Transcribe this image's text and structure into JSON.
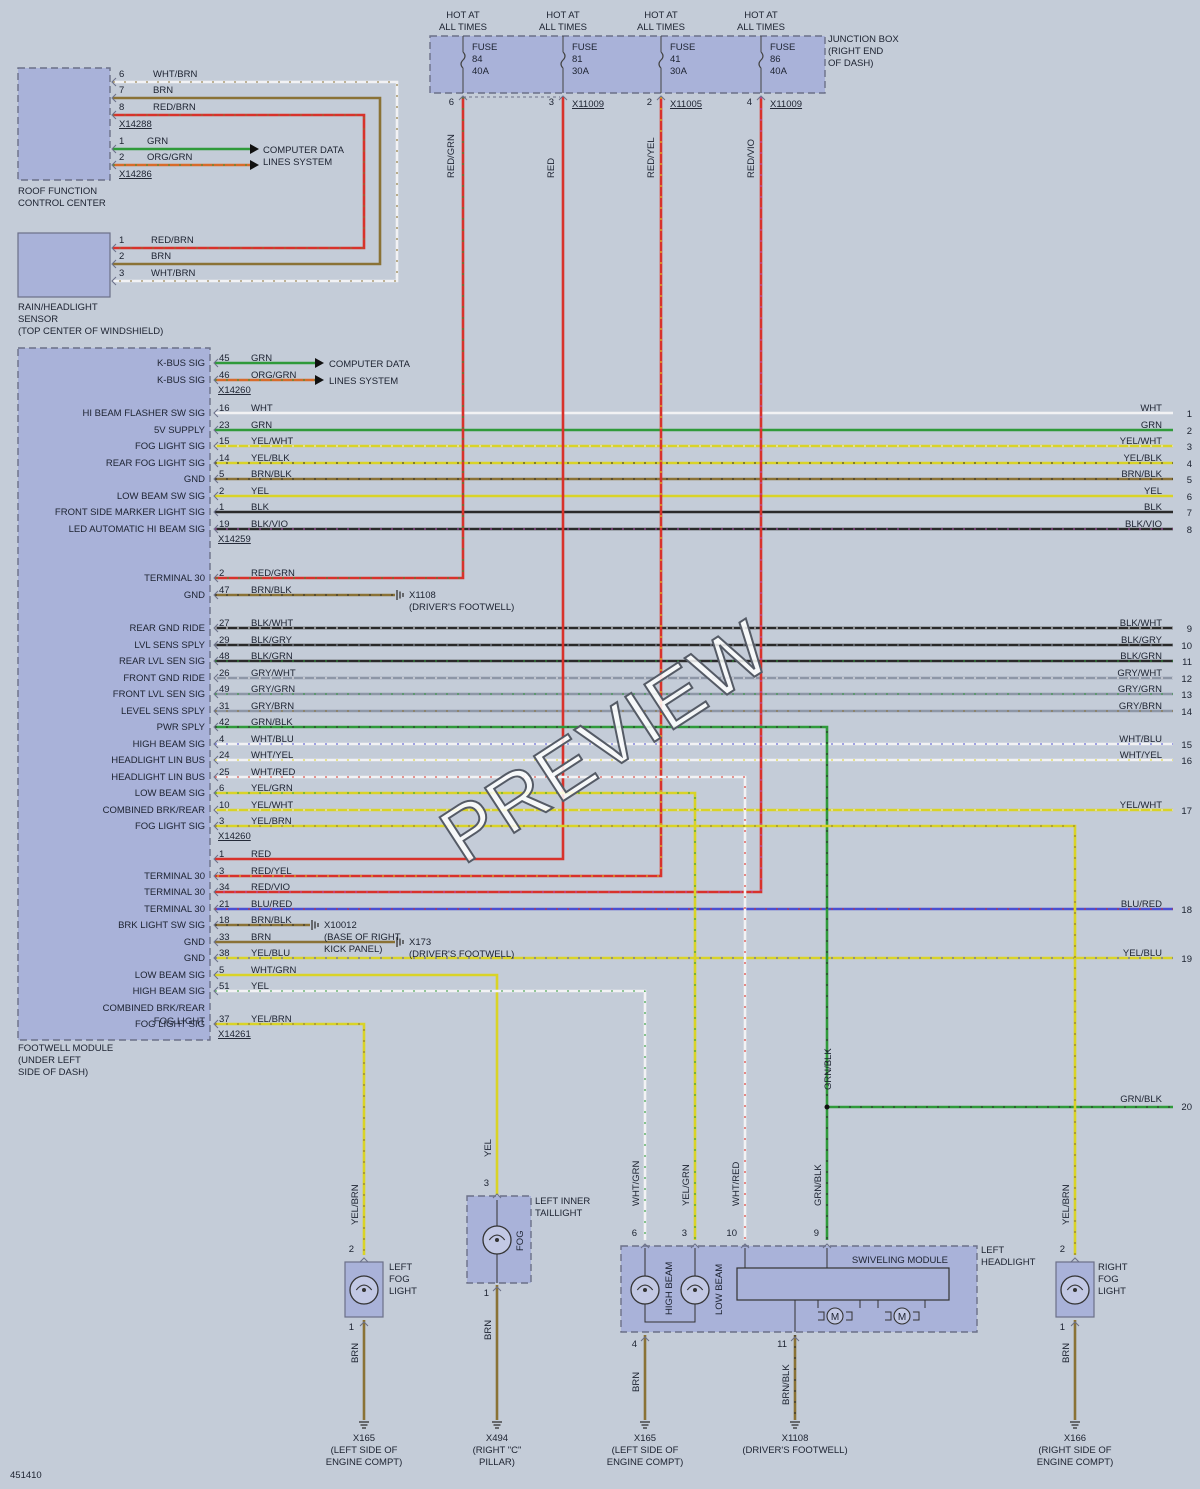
{
  "fuses": [
    {
      "hot": [
        "HOT AT",
        "ALL TIMES"
      ],
      "name": "FUSE",
      "num": "84",
      "amps": "40A",
      "pin": "6",
      "conn": ""
    },
    {
      "hot": [
        "HOT AT",
        "ALL TIMES"
      ],
      "name": "FUSE",
      "num": "81",
      "amps": "30A",
      "pin": "3",
      "conn": "X11009"
    },
    {
      "hot": [
        "HOT AT",
        "ALL TIMES"
      ],
      "name": "FUSE",
      "num": "41",
      "amps": "30A",
      "pin": "2",
      "conn": "X11005"
    },
    {
      "hot": [
        "HOT AT",
        "ALL TIMES"
      ],
      "name": "FUSE",
      "num": "86",
      "amps": "40A",
      "pin": "4",
      "conn": "X11009"
    }
  ],
  "junction_box": [
    "JUNCTION BOX",
    "(RIGHT END",
    "OF DASH)"
  ],
  "fuse_wire_labels": [
    "RED/GRN",
    "RED",
    "RED/YEL",
    "RED/VIO"
  ],
  "roof": {
    "title": [
      "ROOF FUNCTION",
      "CONTROL CENTER"
    ],
    "pins": [
      {
        "pin": "6",
        "wire": "WHT/BRN"
      },
      {
        "pin": "7",
        "wire": "BRN"
      },
      {
        "pin": "8",
        "wire": "RED/BRN"
      },
      {
        "pin": "1",
        "wire": "GRN"
      },
      {
        "pin": "2",
        "wire": "ORG/GRN"
      }
    ],
    "conn1": "X14288",
    "conn2": "X14286",
    "data_lines": [
      "COMPUTER DATA",
      "LINES SYSTEM"
    ]
  },
  "rain": {
    "title": [
      "RAIN/HEADLIGHT",
      "SENSOR",
      "(TOP CENTER OF WINDSHIELD)"
    ],
    "pins": [
      {
        "pin": "1",
        "wire": "RED/BRN"
      },
      {
        "pin": "2",
        "wire": "BRN"
      },
      {
        "pin": "3",
        "wire": "WHT/BRN"
      }
    ]
  },
  "footwell": {
    "title": [
      "FOOTWELL MODULE",
      "(UNDER LEFT",
      "SIDE OF DASH)"
    ],
    "data_lines": [
      "COMPUTER DATA",
      "LINES SYSTEM"
    ],
    "pins": [
      {
        "sig": "K-BUS SIG",
        "pin": "45",
        "wire": "GRN"
      },
      {
        "sig": "K-BUS SIG",
        "pin": "46",
        "wire": "ORG/GRN"
      },
      {
        "conn": "X14260"
      },
      {
        "sig": "HI BEAM FLASHER SW SIG",
        "pin": "16",
        "wire": "WHT",
        "right": "WHT",
        "num": "1"
      },
      {
        "sig": "5V SUPPLY",
        "pin": "23",
        "wire": "GRN",
        "right": "GRN",
        "num": "2"
      },
      {
        "sig": "FOG LIGHT SIG",
        "pin": "15",
        "wire": "YEL/WHT",
        "right": "YEL/WHT",
        "num": "3"
      },
      {
        "sig": "REAR FOG LIGHT SIG",
        "pin": "14",
        "wire": "YEL/BLK",
        "right": "YEL/BLK",
        "num": "4"
      },
      {
        "sig": "GND",
        "pin": "5",
        "wire": "BRN/BLK",
        "right": "BRN/BLK",
        "num": "5"
      },
      {
        "sig": "LOW BEAM SW SIG",
        "pin": "2",
        "wire": "YEL",
        "right": "YEL",
        "num": "6"
      },
      {
        "sig": "FRONT SIDE MARKER LIGHT SIG",
        "pin": "1",
        "wire": "BLK",
        "right": "BLK",
        "num": "7"
      },
      {
        "sig": "LED AUTOMATIC HI BEAM SIG",
        "pin": "19",
        "wire": "BLK/VIO",
        "right": "BLK/VIO",
        "num": "8"
      },
      {
        "conn": "X14259"
      },
      {
        "sig": "TERMINAL 30",
        "pin": "2",
        "wire": "RED/GRN"
      },
      {
        "sig": "GND",
        "pin": "47",
        "wire": "BRN/BLK",
        "ground": "X1108",
        "ground_loc": "(DRIVER'S FOOTWELL)"
      },
      {
        "sig": "REAR GND RIDE",
        "pin": "27",
        "wire": "BLK/WHT",
        "right": "BLK/WHT",
        "num": "9"
      },
      {
        "sig": "LVL SENS SPLY",
        "pin": "29",
        "wire": "BLK/GRY",
        "right": "BLK/GRY",
        "num": "10"
      },
      {
        "sig": "REAR LVL SEN SIG",
        "pin": "48",
        "wire": "BLK/GRN",
        "right": "BLK/GRN",
        "num": "11"
      },
      {
        "sig": "FRONT GND RIDE",
        "pin": "26",
        "wire": "GRY/WHT",
        "right": "GRY/WHT",
        "num": "12"
      },
      {
        "sig": "FRONT LVL SEN SIG",
        "pin": "49",
        "wire": "GRY/GRN",
        "right": "GRY/GRN",
        "num": "13"
      },
      {
        "sig": "LEVEL SENS SPLY",
        "pin": "31",
        "wire": "GRY/BRN",
        "right": "GRY/BRN",
        "num": "14"
      },
      {
        "sig": "PWR SPLY",
        "pin": "42",
        "wire": "GRN/BLK"
      },
      {
        "sig": "HIGH BEAM SIG",
        "pin": "4",
        "wire": "WHT/BLU",
        "right": "WHT/BLU",
        "num": "15"
      },
      {
        "sig": "HEADLIGHT LIN BUS",
        "pin": "24",
        "wire": "WHT/YEL",
        "right": "WHT/YEL",
        "num": "16"
      },
      {
        "sig": "HEADLIGHT LIN BUS",
        "pin": "25",
        "wire": "WHT/RED"
      },
      {
        "sig": "LOW BEAM SIG",
        "pin": "6",
        "wire": "YEL/GRN"
      },
      {
        "sig": "COMBINED BRK/REAR",
        "pin": "10",
        "wire": "YEL/WHT",
        "right": "YEL/WHT",
        "num": "17"
      },
      {
        "sig": "FOG LIGHT SIG",
        "pin": "3",
        "wire": "YEL/BRN"
      },
      {
        "conn": "X14260"
      },
      {
        "sig": "",
        "pin": "1",
        "wire": "RED"
      },
      {
        "sig": "TERMINAL 30",
        "pin": "3",
        "wire": "RED/YEL"
      },
      {
        "sig": "TERMINAL 30",
        "pin": "34",
        "wire": "RED/VIO"
      },
      {
        "sig": "TERMINAL 30",
        "pin": "21",
        "wire": "BLU/RED",
        "right": "BLU/RED",
        "num": "18"
      },
      {
        "sig": "BRK LIGHT SW SIG",
        "pin": "18",
        "wire": "BRN/BLK",
        "ground": "X10012",
        "ground_loc": "(BASE OF RIGHT",
        "ground_loc2": "KICK PANEL)"
      },
      {
        "sig": "GND",
        "pin": "33",
        "wire": "BRN",
        "ground": "X173",
        "ground_loc": "(DRIVER'S FOOTWELL)"
      },
      {
        "sig": "GND",
        "pin": "38",
        "wire": "YEL/BLU",
        "right": "YEL/BLU",
        "num": "19"
      },
      {
        "sig": "LOW BEAM SIG",
        "pin": "5",
        "wire": "WHT/GRN"
      },
      {
        "sig": "HIGH BEAM SIG",
        "pin": "51",
        "wire": "YEL"
      },
      {
        "sig": "COMBINED BRK/REAR",
        "sig2": "FOG LIGHT",
        "pin": "",
        "wire": ""
      },
      {
        "sig": "FOG LIGHT SIG",
        "pin": "37",
        "wire": "YEL/BRN"
      },
      {
        "conn": "X14261"
      }
    ]
  },
  "grnblk_branch": {
    "vertical": "GRN/BLK",
    "right": "GRN/BLK",
    "num": "20"
  },
  "left_fog": {
    "title": [
      "LEFT",
      "FOG",
      "LIGHT"
    ],
    "top_wire": "YEL/BRN",
    "top_pin": "2",
    "bot_pin": "1",
    "bot_wire": "BRN",
    "ground": "X165",
    "ground_loc": [
      "(LEFT SIDE OF",
      "ENGINE COMPT)"
    ]
  },
  "taillight": {
    "title": [
      "LEFT INNER",
      "TAILLIGHT"
    ],
    "top_wire": "YEL",
    "top_pin": "3",
    "bot_pin": "1",
    "bot_wire": "BRN",
    "bulb": "FOG",
    "ground": "X494",
    "ground_loc": [
      "(RIGHT \"C\"",
      "PILLAR)"
    ]
  },
  "headlight": {
    "title": [
      "LEFT",
      "HEADLIGHT"
    ],
    "swivel": "SWIVELING MODULE",
    "high": "HIGH BEAM",
    "low": "LOW BEAM",
    "motor": "M",
    "top": [
      {
        "wire": "WHT/GRN",
        "pin": "6"
      },
      {
        "wire": "YEL/GRN",
        "pin": "3"
      },
      {
        "wire": "WHT/RED",
        "pin": "10"
      },
      {
        "wire": "GRN/BLK",
        "pin": "9"
      }
    ],
    "bottom": [
      {
        "pin": "4",
        "wire": "BRN",
        "ground": "X165",
        "ground_loc": [
          "(LEFT SIDE OF",
          "ENGINE COMPT)"
        ]
      },
      {
        "pin": "11",
        "wire": "BRN/BLK",
        "ground": "X1108",
        "ground_loc": [
          "(DRIVER'S FOOTWELL)"
        ]
      }
    ]
  },
  "right_fog": {
    "title": [
      "RIGHT",
      "FOG",
      "LIGHT"
    ],
    "top_wire": "YEL/BRN",
    "top_pin": "2",
    "bot_pin": "1",
    "bot_wire": "BRN",
    "ground": "X166",
    "ground_loc": [
      "(RIGHT SIDE OF",
      "ENGINE COMPT)"
    ]
  },
  "diagram_id": "451410",
  "watermark": "PREVIEW",
  "colors": {
    "RED": "#d8322b",
    "GRN": "#2f9a3a",
    "YEL": "#d9d327",
    "BRN": "#8a7236",
    "ORG": "#d86a2a",
    "WHT": "#f2f2f4",
    "BLK": "#2a2a2a",
    "VIO": "#b54fb4",
    "BLU": "#4a4fd2",
    "GRY": "#8d96a6"
  }
}
